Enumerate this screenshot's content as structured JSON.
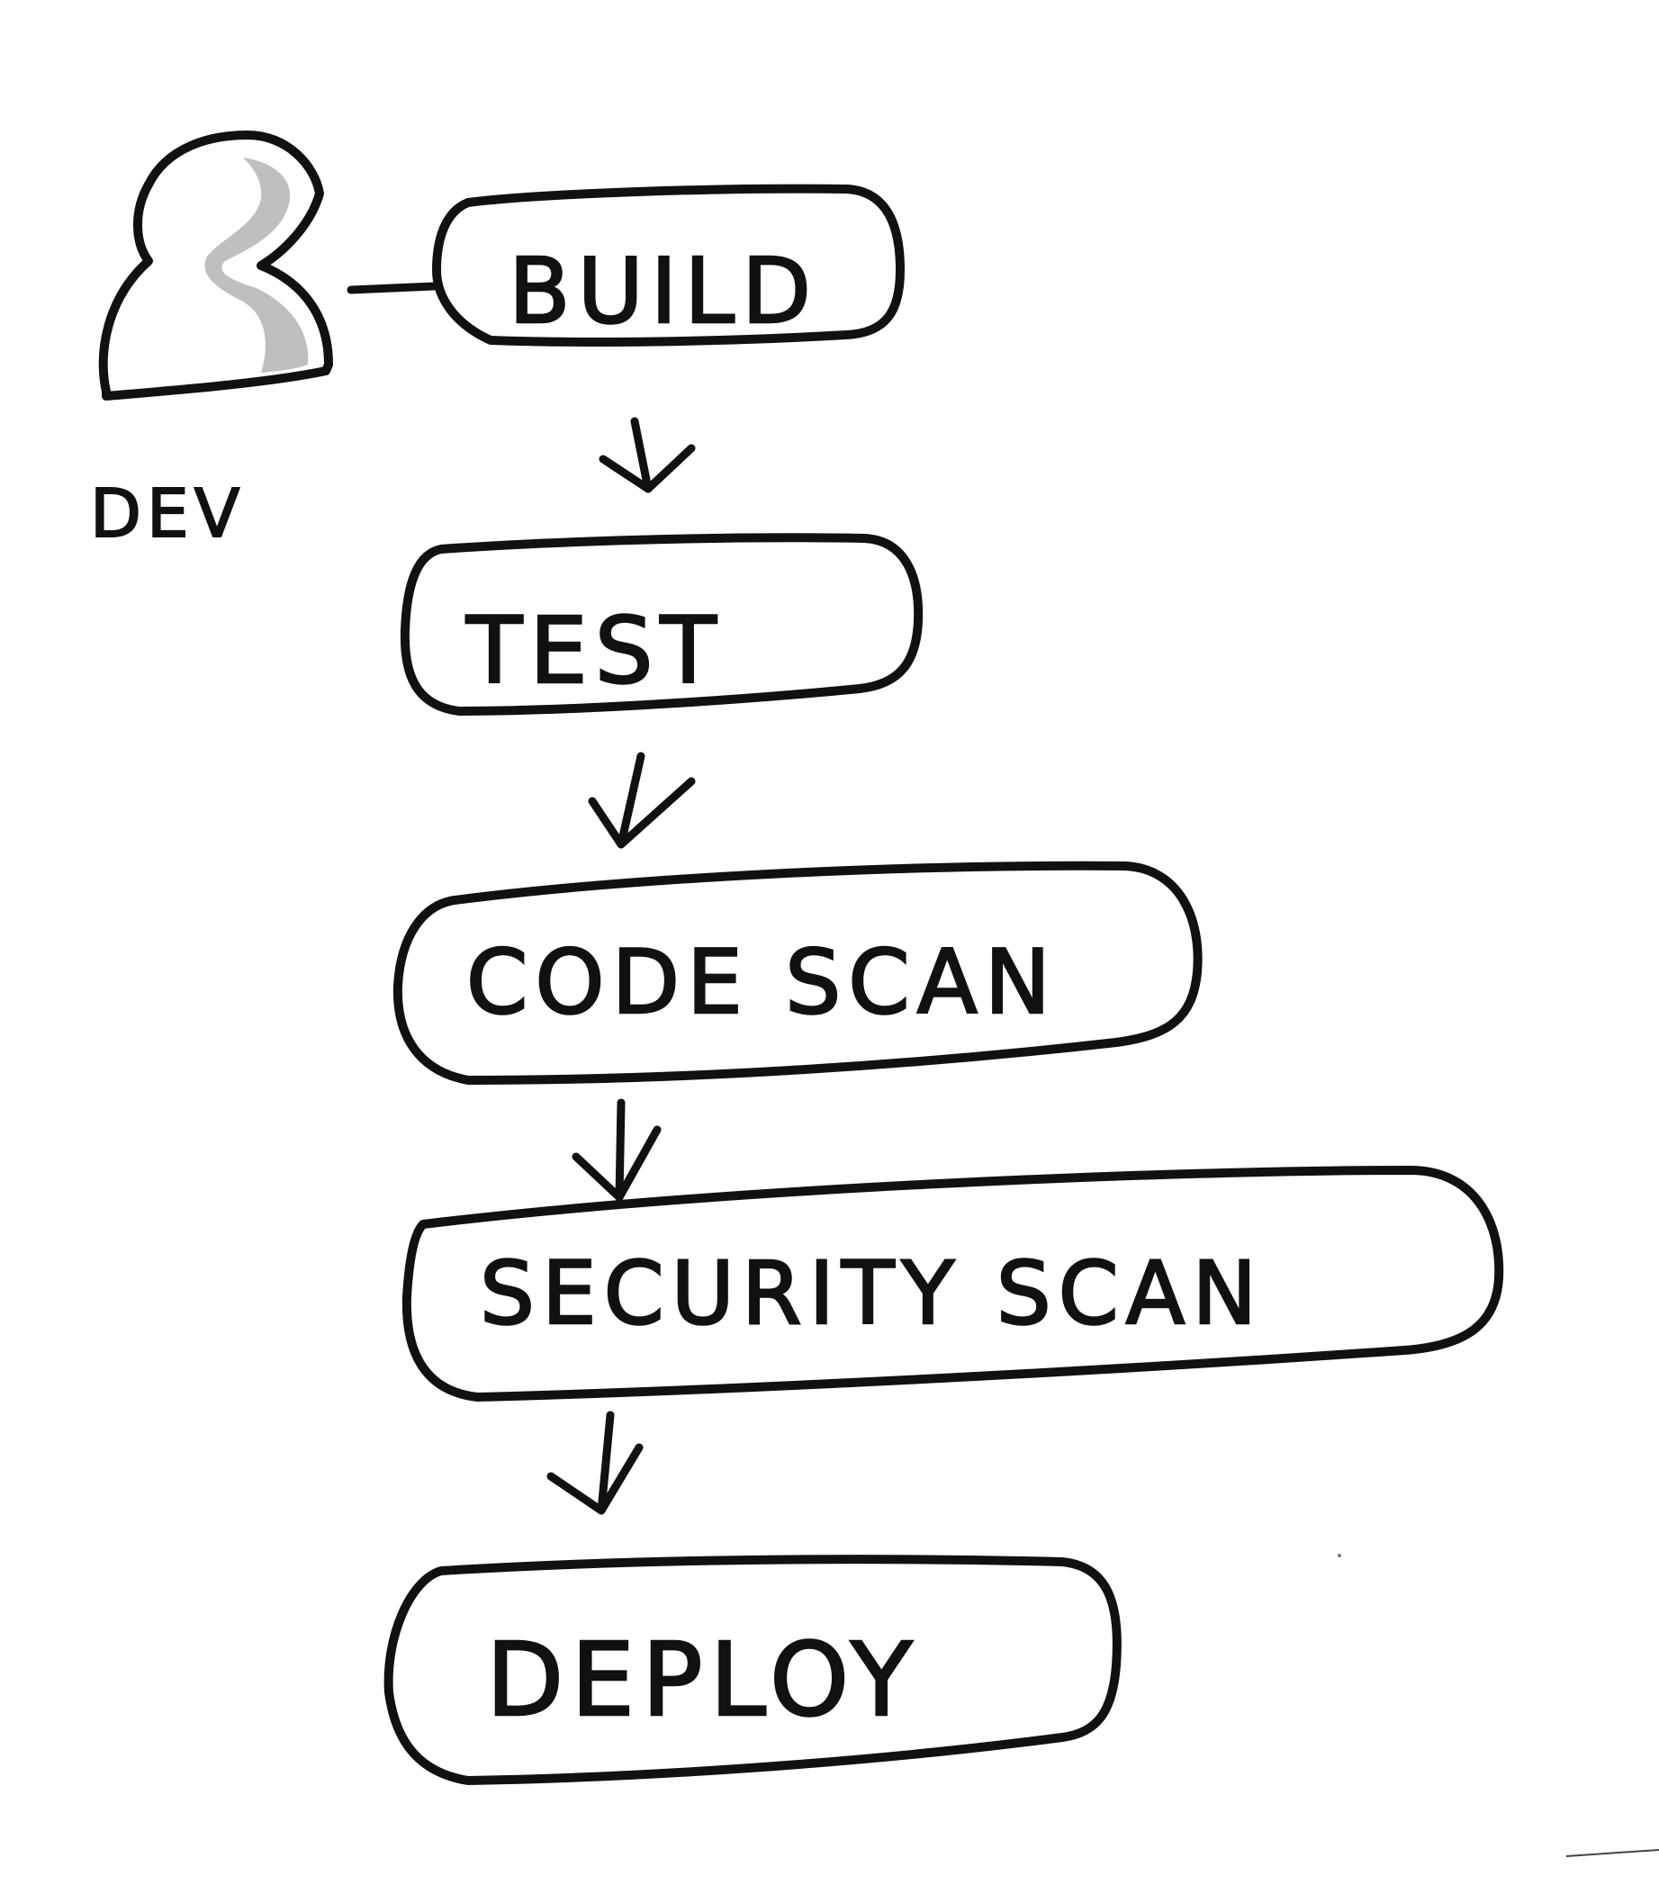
{
  "actor": {
    "label": "DEV",
    "icon": "person-icon",
    "fill_color": "#ffffff",
    "shade_color": "#a9a9a9"
  },
  "steps": [
    {
      "label": "BUILD"
    },
    {
      "label": "TEST"
    },
    {
      "label": "CODE SCAN"
    },
    {
      "label": "SECURITY SCAN"
    },
    {
      "label": "DEPLOY"
    }
  ],
  "colors": {
    "ink": "#111111",
    "background": "#ffffff"
  }
}
